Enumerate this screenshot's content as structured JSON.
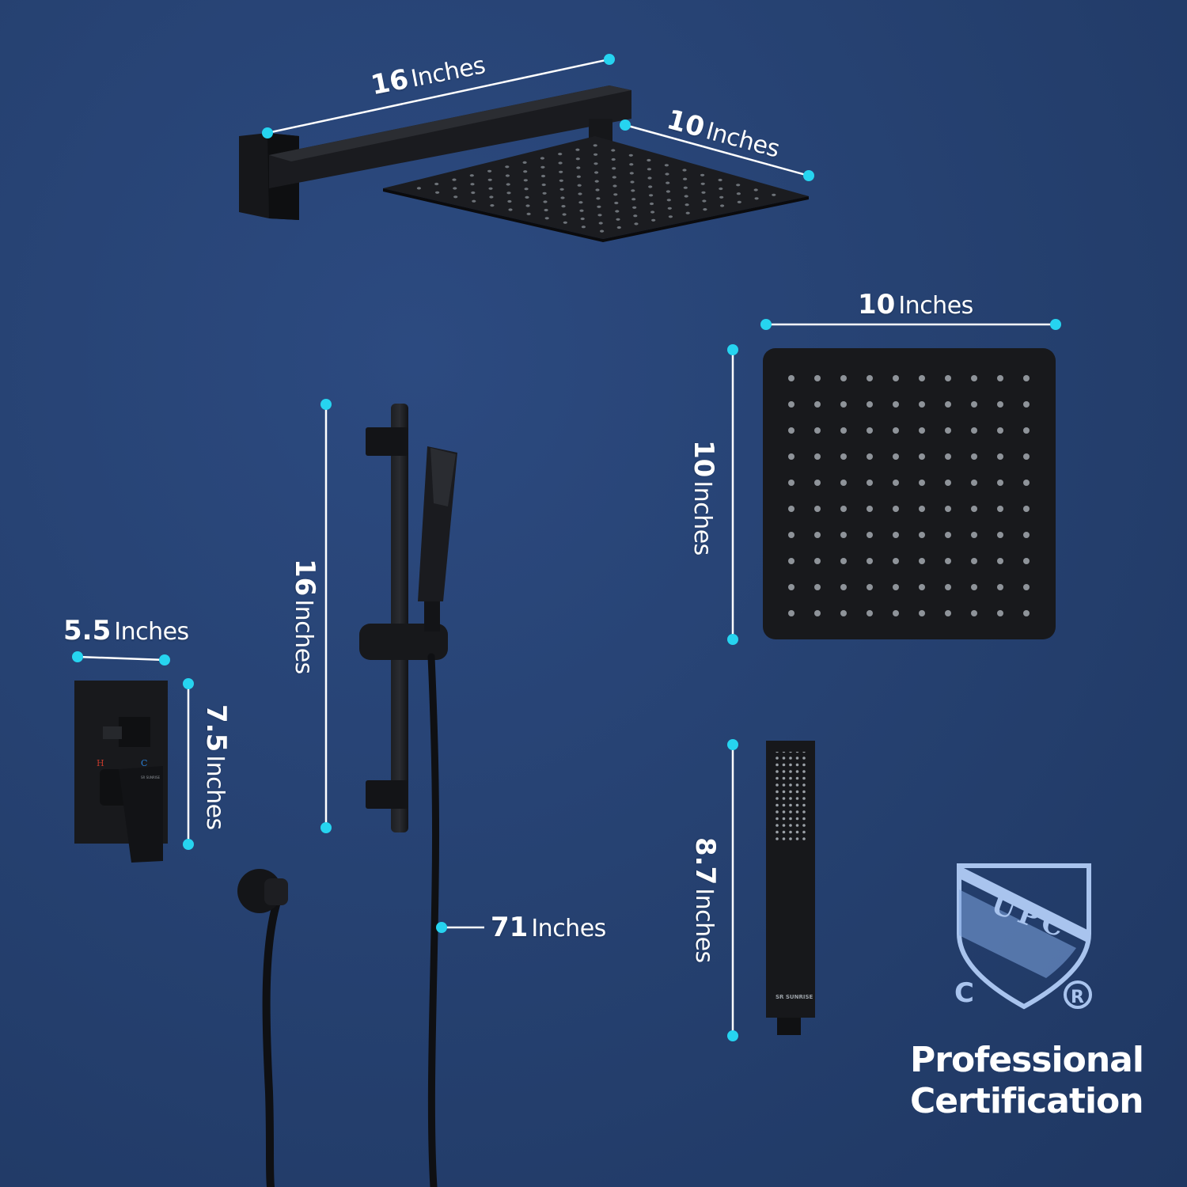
{
  "colors": {
    "background": "#253f6e",
    "dimension_line": "#ffffff",
    "dimension_dot": "#26d4f0",
    "product": "#141518",
    "cert_badge": "#a9c4ee"
  },
  "dimensions": {
    "arm_length": {
      "value": "16",
      "unit": "Inches"
    },
    "head_depth": {
      "value": "10",
      "unit": "Inches"
    },
    "head_width": {
      "value": "10",
      "unit": "Inches"
    },
    "head_height": {
      "value": "10",
      "unit": "Inches"
    },
    "slide_bar": {
      "value": "16",
      "unit": "Inches"
    },
    "valve_width": {
      "value": "5.5",
      "unit": "Inches"
    },
    "valve_height": {
      "value": "7.5",
      "unit": "Inches"
    },
    "hose": {
      "value": "71",
      "unit": "Inches"
    },
    "handheld": {
      "value": "8.7",
      "unit": "Inches"
    }
  },
  "certification": {
    "mark": "UPC",
    "letter_c": "C",
    "letter_r": "R",
    "line1": "Professional",
    "line2": "Certification"
  },
  "brand": {
    "handheld": "SR SUNRISE",
    "valve": "SR SUNRISE",
    "valve_hot": "H",
    "valve_cold": "C"
  }
}
